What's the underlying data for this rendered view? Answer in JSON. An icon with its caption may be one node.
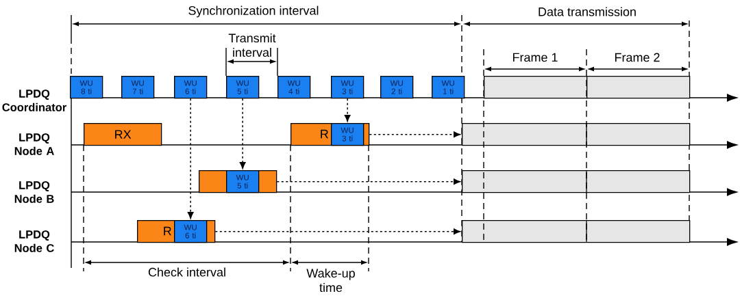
{
  "diagram": {
    "nodes": [
      {
        "text": [
          "WU 8 ti"
        ]
      },
      {
        "text": [
          "WU 7 ti"
        ]
      },
      {
        "text": [
          "WU 6 ti"
        ]
      },
      {
        "text": [
          "WU 5 ti"
        ]
      },
      {
        "text": [
          "WU 4 ti"
        ]
      },
      {
        "text": [
          "WU 3 ti"
        ]
      },
      {
        "text": [
          "WU 2 ti"
        ]
      },
      {
        "text": [
          "WU 1 ti"
        ]
      },
      {
        "text": [],
        "shape": "box"
      },
      {
        "text": [],
        "shape": "box"
      },
      {
        "text": [
          "RX"
        ]
      },
      {
        "text": [
          "R"
        ]
      },
      {
        "text": [
          "WU 3 ti"
        ],
        "in": 11
      },
      {
        "text": [],
        "shape": "box"
      },
      {
        "text": [],
        "shape": "box"
      },
      {
        "text": [
          "WU 5 ti"
        ],
        "in": 14
      },
      {
        "text": [],
        "shape": "box"
      },
      {
        "text": [
          "R"
        ]
      },
      {
        "text": [
          "WU 6 ti"
        ],
        "in": 17
      },
      {
        "text": [],
        "shape": "box"
      }
    ],
    "edges": [
      {
        "from": 5,
        "to": 12,
        "arrow": "to",
        "style": "dashed"
      },
      {
        "from": 3,
        "to": 15,
        "arrow": "to",
        "style": "dashed"
      },
      {
        "from": 2,
        "to": 18,
        "arrow": "to",
        "style": "dashed"
      },
      {
        "from": 11,
        "to": 13,
        "arrow": "to",
        "style": "dashed"
      },
      {
        "from": 14,
        "to": 16,
        "arrow": "to",
        "style": "dashed"
      },
      {
        "from": 17,
        "to": 19,
        "arrow": "to",
        "style": "dashed"
      }
    ],
    "labels": [
      "Synchronization interval",
      "Data transmission",
      "Transmit interval",
      "Frame 1",
      "Frame 2",
      "LPDQ Coordinator",
      "LPDQ Node A",
      "LPDQ Node B",
      "LPDQ Node C",
      "Check interval",
      "Wake-up time"
    ]
  }
}
